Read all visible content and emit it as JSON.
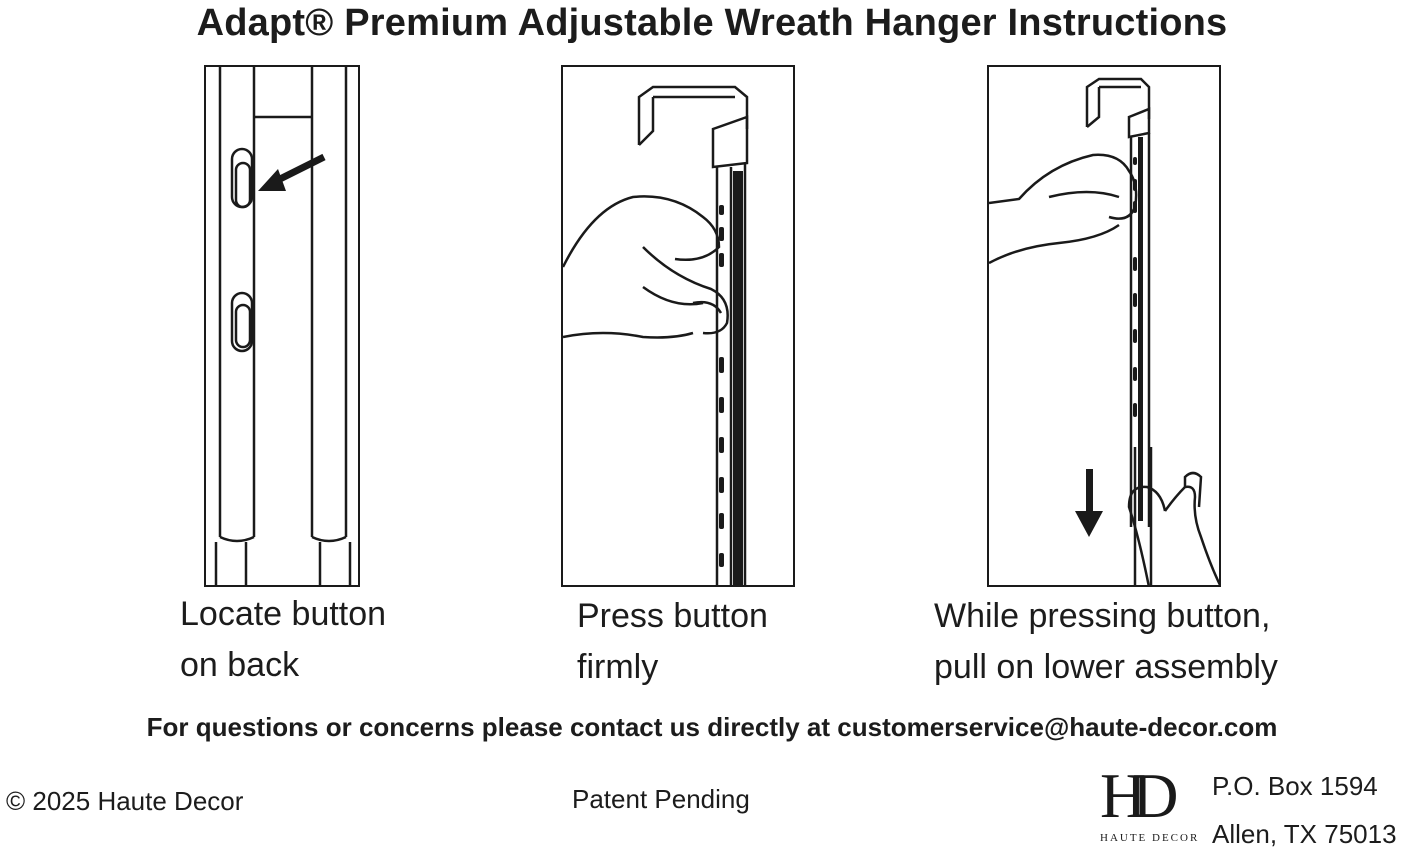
{
  "title": "Adapt® Premium Adjustable Wreath Hanger Instructions",
  "steps": [
    {
      "line1": "Locate button",
      "line2": "on back"
    },
    {
      "line1": "Press button",
      "line2": "firmly"
    },
    {
      "line1": "While pressing button,",
      "line2": "pull on lower assembly"
    }
  ],
  "contact": "For questions or concerns please contact us directly at customerservice@haute-decor.com",
  "footer": {
    "copyright": "© 2025 Haute Decor",
    "patent": "Patent Pending",
    "logo_mark": "HD",
    "logo_word": "HAUTE DECOR",
    "address_line1": "P.O. Box 1594",
    "address_line2": "Allen, TX 75013"
  },
  "icons": {
    "step1": "hanger-back-button-illustration",
    "step2": "hand-pressing-button-illustration",
    "step3": "hand-pulling-assembly-illustration",
    "arrow": "arrow-icon"
  }
}
